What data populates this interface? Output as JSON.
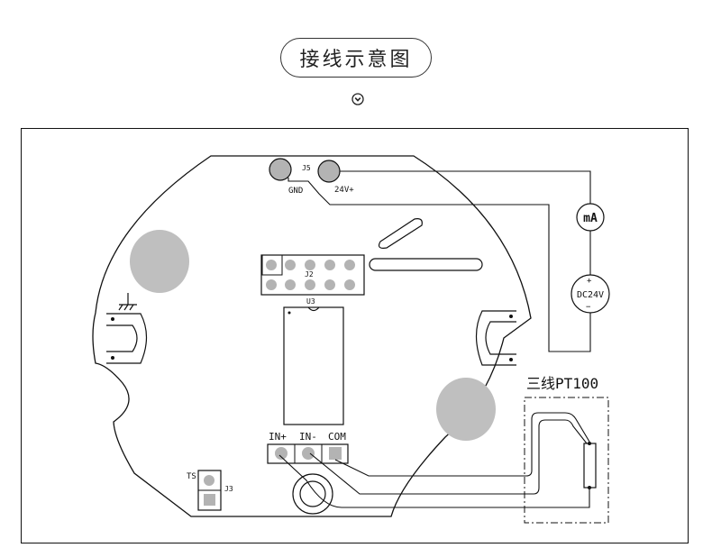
{
  "title": "接线示意图",
  "icons": {
    "scroll": "chevron-down-circle-icon",
    "ground": "ground-icon"
  },
  "board": {
    "j5_label": "J5",
    "gnd_label": "GND",
    "v24_label": "24V+",
    "j2_label": "J2",
    "u3_label": "U3",
    "in_plus_label": "IN+",
    "in_minus_label": "IN-",
    "com_label": "COM",
    "ts_label": "TS",
    "j3_label": "J3"
  },
  "circuit": {
    "ammeter_label": "mA",
    "supply_label": "DC24V",
    "supply_plus": "+",
    "supply_minus": "−",
    "sensor_label": "三线PT100"
  },
  "colors": {
    "line": "#111111",
    "pad_fill": "#b3b3b3",
    "blob_fill": "#bfbfbf"
  }
}
